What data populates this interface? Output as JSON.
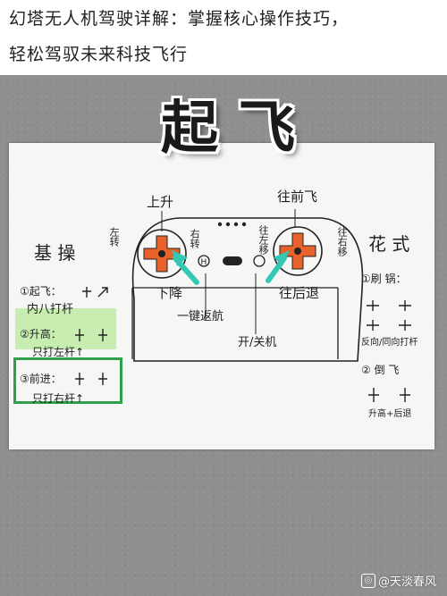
{
  "header": {
    "title_line1": "幻塔无人机驾驶详解：掌握核心操作技巧，",
    "title_line2": "轻松驾驭未来科技飞行"
  },
  "sticker_text": "起 飞",
  "remote": {
    "top_left": "上升",
    "top_right": "往前飞",
    "left_side": "左转",
    "right_of_left_stick": "右转",
    "left_of_right_stick": "往左移",
    "right_side": "往右移",
    "bottom_left": "下降",
    "bottom_right": "往后退",
    "center_button": "一键返航",
    "power_button": "开/关机"
  },
  "left_panel": {
    "heading": "基 操",
    "item1_line1": "①起飞：",
    "item1_line2": "内八打杆",
    "item2_line1": "②升高：",
    "item2_line2": "只打左杆↑",
    "item3_line1": "③前进：",
    "item3_line2": "只打右杆↑"
  },
  "right_panel": {
    "heading": "花 式",
    "item1": "①刷 锅：",
    "item1_note": "反向/同向打杆",
    "item2": "② 倒 飞",
    "item2_note": "升高+后退"
  },
  "watermark": "@天淡春风",
  "colors": {
    "highlighter_green": "#a0e678",
    "box_green": "#2fa14a",
    "arrow_teal": "#34c8b4",
    "stick_orange": "#e8622c"
  }
}
